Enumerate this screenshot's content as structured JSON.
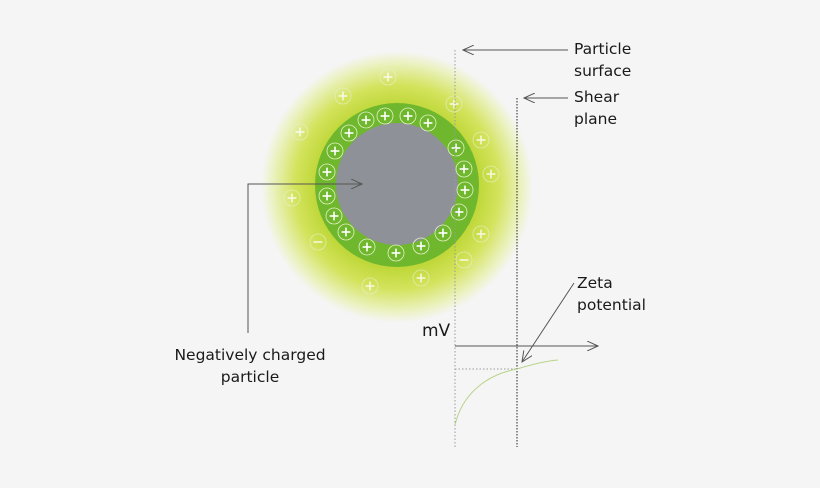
{
  "labels": {
    "particle_surface": [
      "Particle",
      "surface"
    ],
    "shear_plane": [
      "Shear",
      "plane"
    ],
    "zeta_potential": [
      "Zeta",
      "potential"
    ],
    "mv": "mV",
    "negatively_charged_particle": [
      "Negatively charged",
      "particle"
    ]
  },
  "colors": {
    "background": "#f5f5f6",
    "core": "#8e9298",
    "stern_layer": "#6fb82e",
    "diffuse_layer": "#c8dc3c",
    "curve": "#b8d48a"
  },
  "charges": {
    "stern_layer_symbol": "+",
    "diffuse_plus_symbol": "+",
    "diffuse_minus_symbol": "−"
  }
}
